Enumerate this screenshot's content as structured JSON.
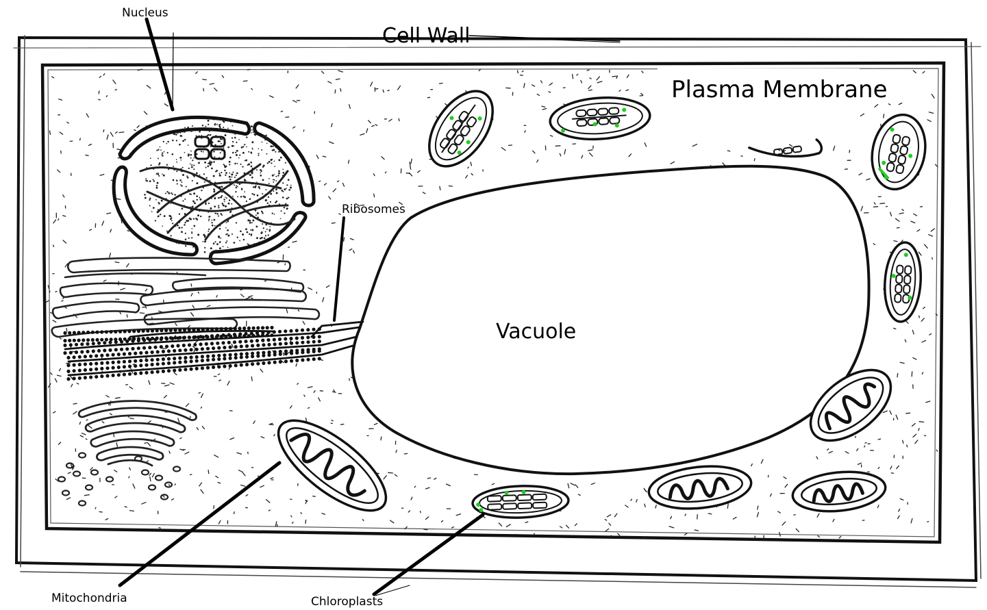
{
  "labels": {
    "nucleus": "Nucleus",
    "cell_wall": "Cell Wall",
    "plasma_membrane": "Plasma Membrane",
    "ribosomes": "Ribosomes",
    "vacuole": "Vacuole",
    "mitochondria": "Mitochondria",
    "chloroplasts": "Chloroplasts"
  },
  "colors": {
    "ink": "#000000",
    "chlorophyll": "#22cc22",
    "paper": "#ffffff"
  }
}
